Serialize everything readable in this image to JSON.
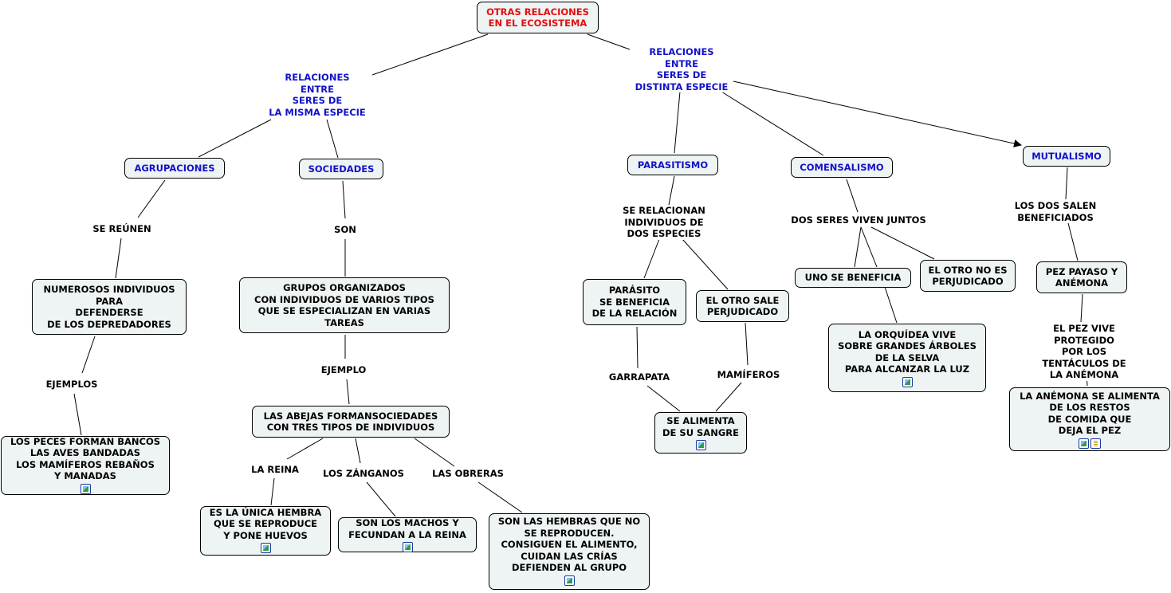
{
  "root": "OTRAS RELACIONES\nEN EL ECOSISTEMA",
  "same_species": {
    "label": "RELACIONES\nENTRE\nSERES DE\nLA MISMA ESPECIE",
    "agrupaciones": {
      "title": "AGRUPACIONES",
      "link": "SE REÚNEN",
      "desc": "NUMEROSOS INDIVIDUOS\nPARA\nDEFENDERSE\nDE LOS DEPREDADORES",
      "link2": "EJEMPLOS",
      "examples": "LOS PECES FORMAN BANCOS\nLAS AVES BANDADAS\nLOS MAMÍFEROS REBAÑOS\nY MANADAS"
    },
    "sociedades": {
      "title": "SOCIEDADES",
      "link": "SON",
      "desc": "GRUPOS ORGANIZADOS\nCON INDIVIDUOS DE VARIOS TIPOS\nQUE SE ESPECIALIZAN EN VARIAS\nTAREAS",
      "link2": "EJEMPLO",
      "example": "LAS ABEJAS FORMANSOCIEDADES\nCON TRES TIPOS DE INDIVIDUOS",
      "reina_label": "LA REINA",
      "reina": "ES LA ÚNICA HEMBRA\nQUE SE REPRODUCE\nY PONE HUEVOS",
      "zanganos_label": "LOS ZÁNGANOS",
      "zanganos": "SON LOS MACHOS Y\nFECUNDAN A LA REINA",
      "obreras_label": "LAS OBRERAS",
      "obreras": "SON LAS HEMBRAS QUE NO\nSE REPRODUCEN.\nCONSIGUEN EL ALIMENTO,\nCUIDAN LAS CRÍAS\nDEFIENDEN AL GRUPO"
    }
  },
  "diff_species": {
    "label": "RELACIONES\nENTRE\nSERES DE\nDISTINTA ESPECIE",
    "parasitismo": {
      "title": "PARASITISMO",
      "link": "SE RELACIONAN\nINDIVIDUOS DE\nDOS ESPECIES",
      "parasito": "PARÁSITO\nSE BENEFICIA\nDE LA RELACIÓN",
      "otro": "EL OTRO SALE\nPERJUDICADO",
      "garrapata": "GARRAPATA",
      "mamiferos": "MAMÍFEROS",
      "sangre": "SE ALIMENTA\nDE SU SANGRE"
    },
    "comensalismo": {
      "title": "COMENSALISMO",
      "link": "DOS SERES VIVEN JUNTOS",
      "uno": "UNO SE BENEFICIA",
      "otro": "EL OTRO NO ES\nPERJUDICADO",
      "ejemplo": "LA ORQUÍDEA VIVE\nSOBRE GRANDES ÁRBOLES\nDE LA SELVA\nPARA ALCANZAR LA LUZ"
    },
    "mutualismo": {
      "title": "MUTUALISMO",
      "link": "LOS DOS SALEN\nBENEFICIADOS",
      "pez": "PEZ PAYASO Y\nANÉMONA",
      "link2": "EL PEZ VIVE PROTEGIDO\nPOR LOS TENTÁCULOS DE\nLA ANÉMONA",
      "anemona": "LA ANÉMONA SE ALIMENTA\nDE LOS RESTOS\nDE COMIDA QUE\nDEJA EL PEZ"
    }
  },
  "icon_names": [
    "image-attachment-icon",
    "document-attachment-icon"
  ],
  "colors": {
    "node_bg": "#eef3f3",
    "blue_text": "#1212c8",
    "red_text": "#e01010",
    "line": "#000000"
  }
}
